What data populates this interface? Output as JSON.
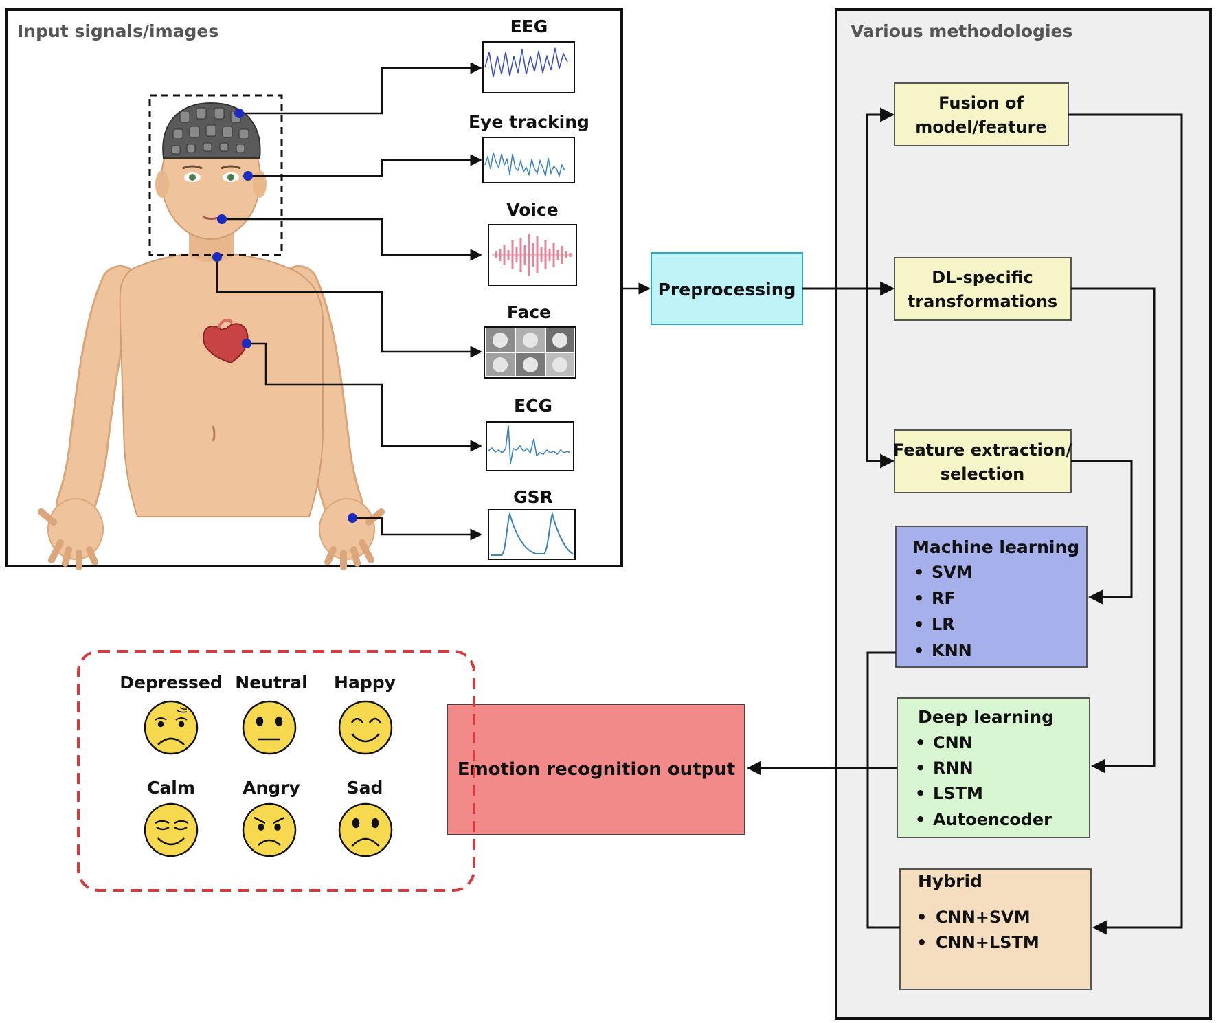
{
  "input_panel": {
    "title": "Input signals/images",
    "signals": [
      "EEG",
      "Eye tracking",
      "Voice",
      "Face",
      "ECG",
      "GSR"
    ]
  },
  "preprocessing": {
    "label": "Preprocessing"
  },
  "methods_panel": {
    "title": "Various methodologies",
    "fusion": [
      "Fusion of",
      "model/feature"
    ],
    "dl_specific": [
      "DL-specific",
      "transformations"
    ],
    "feature_extraction": [
      "Feature extraction/",
      "selection"
    ],
    "machine_learning": {
      "title": "Machine learning",
      "items": [
        "SVM",
        "RF",
        "LR",
        "KNN"
      ]
    },
    "deep_learning": {
      "title": "Deep learning",
      "items": [
        "CNN",
        "RNN",
        "LSTM",
        "Autoencoder"
      ]
    },
    "hybrid": {
      "title": "Hybrid",
      "items": [
        "CNN+SVM",
        "CNN+LSTM"
      ]
    }
  },
  "output": {
    "label": "Emotion recognition output"
  },
  "emotions": [
    "Depressed",
    "Neutral",
    "Happy",
    "Calm",
    "Angry",
    "Sad"
  ],
  "colors": {
    "panel_border": "#111111",
    "methods_bg": "#efefef",
    "preprocessing_fill": "#bff3f7",
    "preprocessing_stroke": "#2aa9c4",
    "fusion_fill": "#f6f5c7",
    "ml_fill": "#a6b1ec",
    "dl_fill": "#d8f6d1",
    "hybrid_fill": "#f5debf",
    "output_fill": "#f28a8a",
    "emotion_border": "#d63a3a",
    "emoji_fill": "#f6d94e",
    "dot": "#1a2bbd",
    "skin": "#efc49c"
  }
}
